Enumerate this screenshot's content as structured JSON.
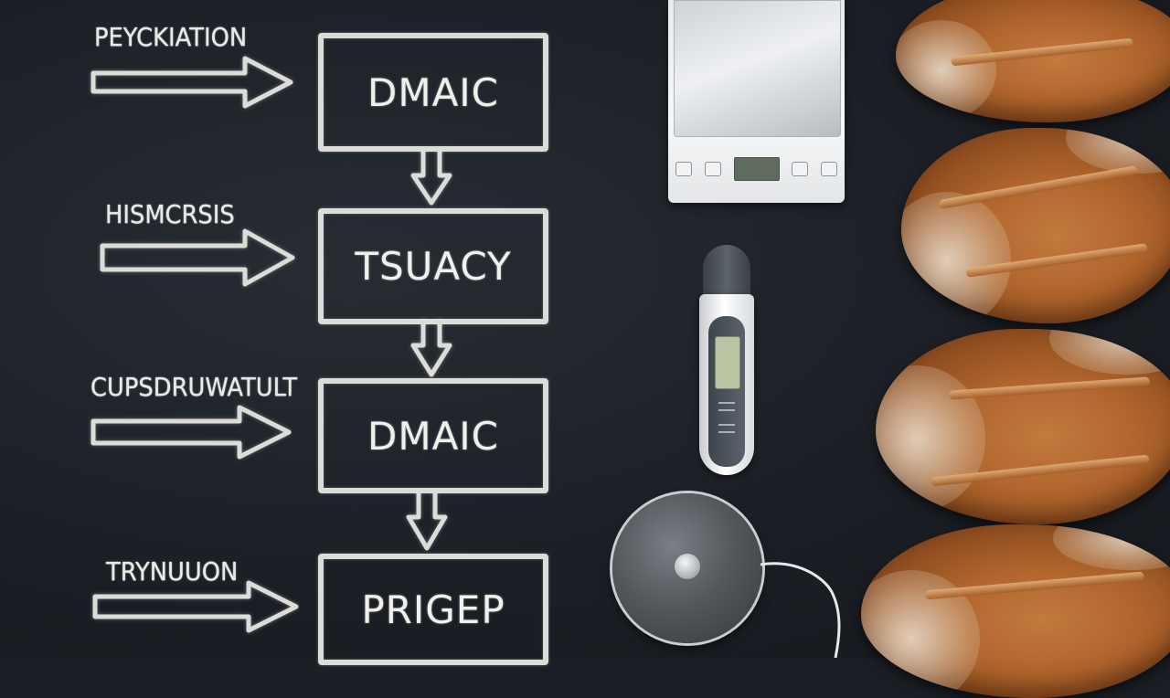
{
  "diagram": {
    "labels": [
      "PEYCKIATION",
      "HISMCRSIS",
      "CUPSDRUWATULT",
      "TRYNUUON"
    ],
    "steps": [
      "DMAIC",
      "TSUACY",
      "DMAIC",
      "PRIGEP"
    ]
  },
  "colors": {
    "chalkboard": "#1b1f25",
    "chalk": "#e9eae6",
    "bread": "#b0652c"
  },
  "objects": {
    "scale": "kitchen-scale",
    "thermometer": "digital-thermometer",
    "probe": "temperature-probe",
    "bread_loaves": 4
  }
}
